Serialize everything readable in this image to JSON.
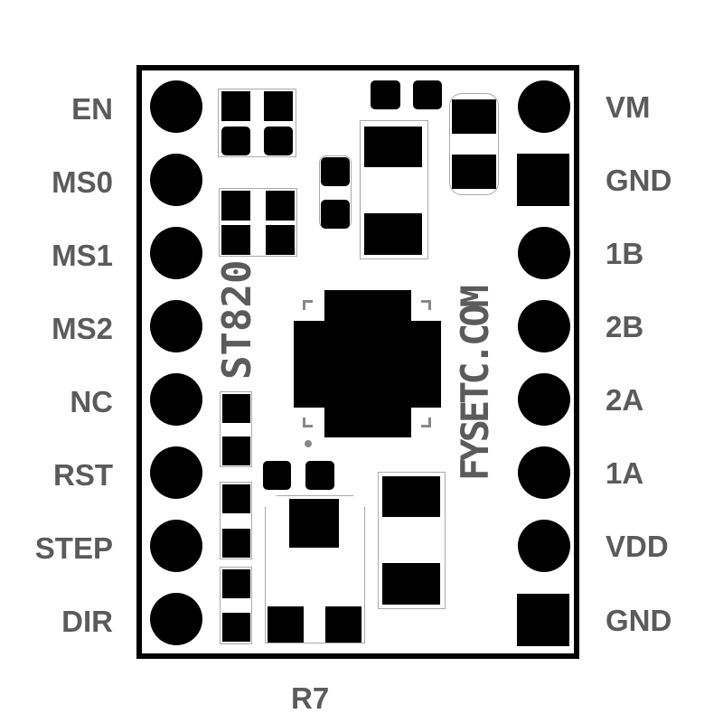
{
  "board": {
    "chip_label": "ST820",
    "brand_label": "FYSETC.COM",
    "bottom_label": "R7"
  },
  "left_pins": [
    {
      "label": "EN",
      "pad": "round"
    },
    {
      "label": "MS0",
      "pad": "round"
    },
    {
      "label": "MS1",
      "pad": "round"
    },
    {
      "label": "MS2",
      "pad": "round"
    },
    {
      "label": "NC",
      "pad": "round"
    },
    {
      "label": "RST",
      "pad": "round"
    },
    {
      "label": "STEP",
      "pad": "round"
    },
    {
      "label": "DIR",
      "pad": "round"
    }
  ],
  "right_pins": [
    {
      "label": "VM",
      "pad": "round"
    },
    {
      "label": "GND",
      "pad": "square"
    },
    {
      "label": "1B",
      "pad": "round"
    },
    {
      "label": "2B",
      "pad": "round"
    },
    {
      "label": "2A",
      "pad": "round"
    },
    {
      "label": "1A",
      "pad": "round"
    },
    {
      "label": "VDD",
      "pad": "round"
    },
    {
      "label": "GND",
      "pad": "square"
    }
  ],
  "colors": {
    "pad": "#000000",
    "silkscreen_text": "#5b5b5b",
    "board_outline": "#000000",
    "background": "#ffffff"
  }
}
